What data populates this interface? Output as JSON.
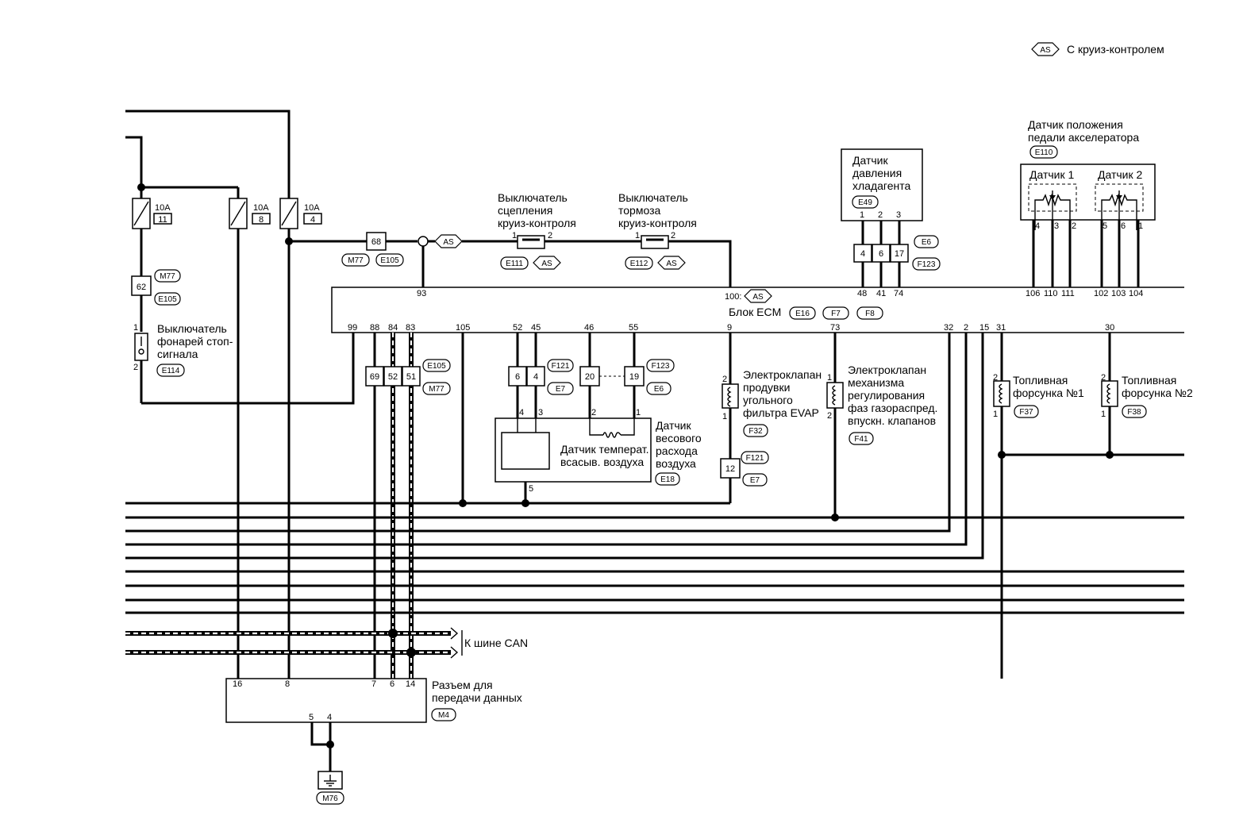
{
  "legend": {
    "tag": "AS",
    "text": "С круиз-контролем"
  },
  "fuses": [
    {
      "rating": "10A",
      "num": "11"
    },
    {
      "rating": "10A",
      "num": "8"
    },
    {
      "rating": "10A",
      "num": "4"
    }
  ],
  "stop_switch": {
    "label": [
      "Выключатель",
      "фонарей стоп-",
      "сигнала"
    ],
    "connector": "E114",
    "term_num": "62",
    "tags": [
      "M77",
      "E105"
    ],
    "pins": [
      "1",
      "2"
    ]
  },
  "junction": {
    "num": "68",
    "tags": [
      "M77",
      "E105"
    ]
  },
  "as_tag": "AS",
  "clutch_switch": {
    "label": [
      "Выключатель",
      "сцепления",
      "круиз-контроля"
    ],
    "connector": "E111",
    "tag": "AS",
    "pins": [
      "1",
      "2"
    ]
  },
  "brake_switch": {
    "label": [
      "Выключатель",
      "тормоза",
      "круиз-контроля"
    ],
    "connector": "E112",
    "tag": "AS",
    "pins": [
      "1",
      "2"
    ]
  },
  "refrig_sensor": {
    "label": [
      "Датчик",
      "давления",
      "хладагента"
    ],
    "connector": "E49",
    "pins": [
      "1",
      "2",
      "3"
    ],
    "terms": [
      "4",
      "6",
      "17"
    ],
    "tags": [
      "E6",
      "F123"
    ]
  },
  "pedal_sensor": {
    "label": [
      "Датчик положения",
      "педали акселератора"
    ],
    "connector": "E110",
    "sub1": "Датчик 1",
    "sub2": "Датчик 2",
    "pins1": [
      "4",
      "3",
      "2"
    ],
    "pins2": [
      "5",
      "6",
      "1"
    ]
  },
  "ecm": {
    "label": "Блок ECM",
    "connectors": [
      "E16",
      "F7",
      "F8"
    ],
    "top_pins": [
      "93",
      "100:",
      "48",
      "41",
      "74",
      "106",
      "110",
      "111",
      "102",
      "103",
      "104"
    ],
    "bottom_pins": [
      "99",
      "88",
      "84",
      "83",
      "105",
      "52",
      "45",
      "46",
      "55",
      "9",
      "73",
      "32",
      "2",
      "15",
      "31",
      "30"
    ]
  },
  "mid_connector": {
    "terms": [
      "69",
      "52",
      "51"
    ],
    "tags": [
      "E105",
      "M77"
    ]
  },
  "maf_connector": {
    "terms_a": [
      "6",
      "4"
    ],
    "tags_a": [
      "F121",
      "E7"
    ],
    "terms_b": [
      "20",
      "19"
    ],
    "tags_b": [
      "F123",
      "E6"
    ]
  },
  "maf_sensor": {
    "label": [
      "Датчик",
      "весового",
      "расхода",
      "воздуха"
    ],
    "connector": "E18",
    "inner": [
      "Датчик температ.",
      "всасыв. воздуха"
    ],
    "pins": [
      "4",
      "3",
      "2",
      "1",
      "5"
    ]
  },
  "evap_valve": {
    "label": [
      "Электроклапан",
      "продувки",
      "угольного",
      "фильтра EVAP"
    ],
    "connector": "F32",
    "pins": [
      "2",
      "1"
    ],
    "term": "12",
    "tags": [
      "F121",
      "E7"
    ]
  },
  "vvt_valve": {
    "label": [
      "Электроклапан",
      "механизма",
      "регулирования",
      "фаз газораспред.",
      "впускн. клапанов"
    ],
    "connector": "F41",
    "pins": [
      "1",
      "2"
    ]
  },
  "injector1": {
    "label": [
      "Топливная",
      "форсунка №1"
    ],
    "connector": "F37",
    "pins": [
      "2",
      "1"
    ]
  },
  "injector2": {
    "label": [
      "Топливная",
      "форсунка №2"
    ],
    "connector": "F38",
    "pins": [
      "2",
      "1"
    ]
  },
  "can_label": "К шине CAN",
  "dlc": {
    "label": [
      "Разъем для",
      "передачи данных"
    ],
    "connector": "M4",
    "pins": [
      "16",
      "8",
      "7",
      "6",
      "14",
      "5",
      "4"
    ]
  },
  "ground": {
    "connector": "M76"
  }
}
